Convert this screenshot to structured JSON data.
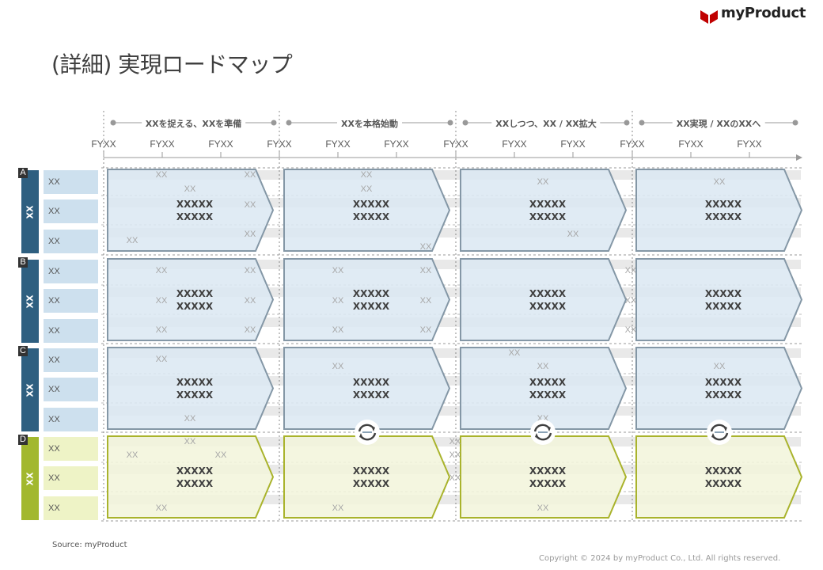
{
  "brand": {
    "name": "myProduct",
    "mark_color": "#c00000"
  },
  "title": "(詳細) 実現ロードマップ",
  "phases": [
    {
      "label": "XXを捉える、XXを準備"
    },
    {
      "label": "XXを本格始動"
    },
    {
      "label": "XXしつつ、XX / XX拡大"
    },
    {
      "label": "XX実現 / XXのXXへ"
    }
  ],
  "fy_labels": [
    "FYXX",
    "FYXX",
    "FYXX",
    "FYXX",
    "FYXX",
    "FYXX",
    "FYXX",
    "FYXX",
    "FYXX",
    "FYXX",
    "FYXX",
    "FYXX"
  ],
  "rows": [
    {
      "badge": "A",
      "label": "XX",
      "color": "#2e5f80",
      "subs": [
        "XX",
        "XX",
        "XX"
      ]
    },
    {
      "badge": "B",
      "label": "XX",
      "color": "#2e5f80",
      "subs": [
        "XX",
        "XX",
        "XX"
      ]
    },
    {
      "badge": "C",
      "label": "XX",
      "color": "#2e5f80",
      "subs": [
        "XX",
        "XX",
        "XX"
      ]
    },
    {
      "badge": "D",
      "label": "XX",
      "color": "#a2b82e",
      "subs": [
        "XX",
        "XX",
        "XX"
      ]
    }
  ],
  "cell_text": [
    "XXXXX",
    "XXXXX"
  ],
  "faint_label": "XX",
  "colors": {
    "blue_fill": "#dbe8f2",
    "blue_stroke": "#8497a6",
    "blue_sub": "#cde0ee",
    "green_fill": "#f2f5da",
    "green_stroke": "#a9b32c",
    "green_sub": "#eef3c6",
    "gray_bar": "#e9e9e9"
  },
  "source": "Source: myProduct",
  "copyright": "Copyright © 2024 by myProduct Co., Ltd.  All rights reserved."
}
